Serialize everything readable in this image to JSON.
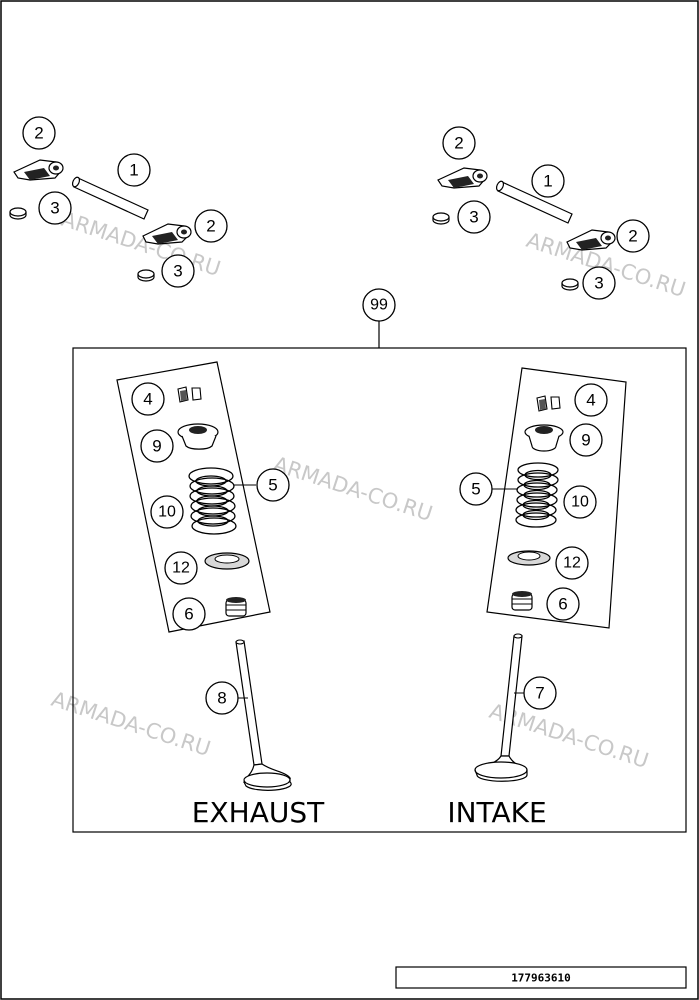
{
  "callouts": {
    "c1_left": "1",
    "c2_left_top": "2",
    "c3_left_top": "3",
    "c2_left_bot": "2",
    "c3_left_bot": "3",
    "c1_right": "1",
    "c2_right_top": "2",
    "c3_right_top": "3",
    "c2_right_bot": "2",
    "c3_right_bot": "3",
    "c99": "99",
    "c4_ex": "4",
    "c9_ex": "9",
    "c5_ex": "5",
    "c10_ex": "10",
    "c12_ex": "12",
    "c6_ex": "6",
    "c8": "8",
    "c4_in": "4",
    "c9_in": "9",
    "c5_in": "5",
    "c10_in": "10",
    "c12_in": "12",
    "c6_in": "6",
    "c7": "7"
  },
  "labels": {
    "exhaust": "EXHAUST",
    "intake": "INTAKE"
  },
  "watermarks": [
    "ARMADA-CO.RU",
    "ARMADA-CO.RU",
    "ARMADA-CO.RU",
    "ARMADA-CO.RU",
    "ARMADA-CO.RU"
  ],
  "reference_number": "177963610",
  "colors": {
    "line": "#000000",
    "watermark": "#c8c8c8",
    "part_shade": "#d8d8d8",
    "part_dark": "#222222"
  }
}
